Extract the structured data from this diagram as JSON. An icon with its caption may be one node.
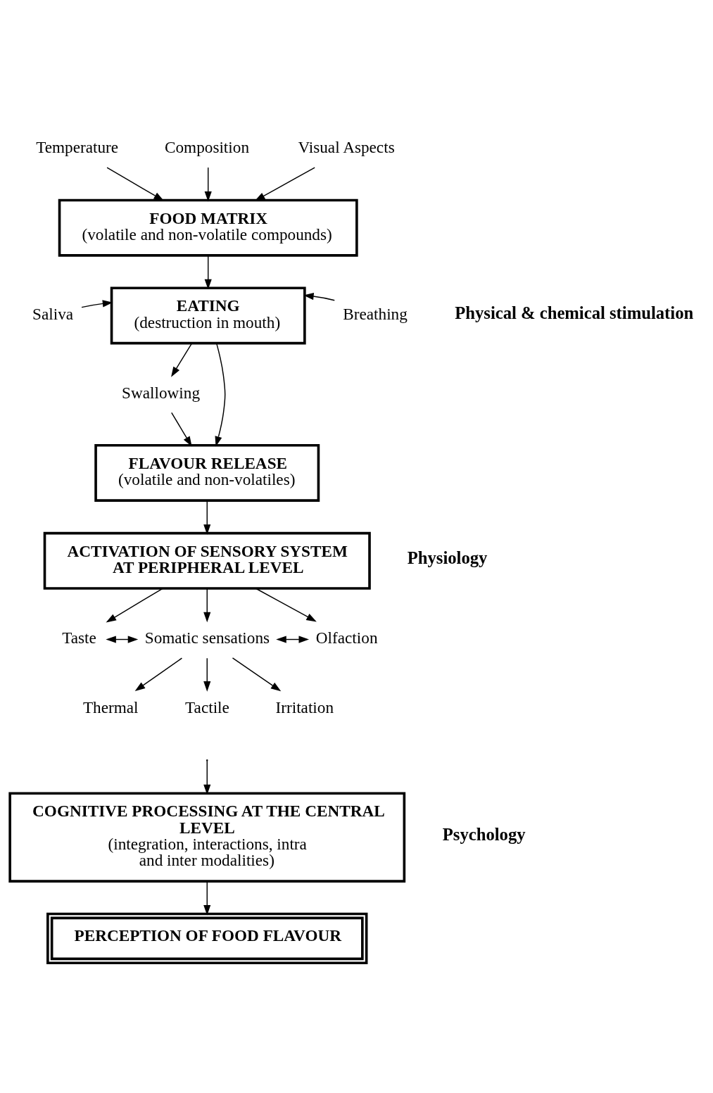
{
  "diagram": {
    "nodes": [
      {
        "text": [
          "Temperature"
        ]
      },
      {
        "text": [
          "Composition"
        ]
      },
      {
        "text": [
          "Visual Aspects"
        ]
      },
      {
        "text": [
          "FOOD MATRIX",
          "(volatile and non-volatile compounds)"
        ]
      },
      {
        "text": [
          "EATING",
          "(destruction in mouth)"
        ]
      },
      {
        "text": [
          "Saliva"
        ]
      },
      {
        "text": [
          "Breathing"
        ]
      },
      {
        "text": [
          "Swallowing"
        ]
      },
      {
        "text": [
          "FLAVOUR RELEASE",
          "(volatile and non-volatiles)"
        ]
      },
      {
        "text": [
          "ACTIVATION OF SENSORY SYSTEM AT PERIPHERAL LEVEL"
        ]
      },
      {
        "text": [
          "Taste"
        ]
      },
      {
        "text": [
          "Somatic sensations"
        ]
      },
      {
        "text": [
          "Olfaction"
        ]
      },
      {
        "text": [
          "Thermal"
        ]
      },
      {
        "text": [
          "Tactile"
        ]
      },
      {
        "text": [
          "Irritation"
        ]
      },
      {
        "text": [
          "COGNITIVE PROCESSING AT THE CENTRAL LEVEL",
          "(integration, interactions, intra and inter modalities)"
        ]
      },
      {
        "text": [
          "PERCEPTION OF FOOD FLAVOUR"
        ]
      }
    ],
    "edges": [
      {
        "from": 0,
        "to": 3,
        "arrow": "to"
      },
      {
        "from": 1,
        "to": 3,
        "arrow": "to"
      },
      {
        "from": 2,
        "to": 3,
        "arrow": "to"
      },
      {
        "from": 3,
        "to": 4,
        "arrow": "to"
      },
      {
        "from": 5,
        "to": 4,
        "arrow": "to"
      },
      {
        "from": 6,
        "to": 4,
        "arrow": "to"
      },
      {
        "from": 4,
        "to": 7,
        "arrow": "to"
      },
      {
        "from": 4,
        "to": 8,
        "arrow": "to"
      },
      {
        "from": 7,
        "to": 8,
        "arrow": "to"
      },
      {
        "from": 8,
        "to": 9,
        "arrow": "to"
      },
      {
        "from": 9,
        "to": 10,
        "arrow": "to"
      },
      {
        "from": 9,
        "to": 11,
        "arrow": "to"
      },
      {
        "from": 9,
        "to": 12,
        "arrow": "to"
      },
      {
        "from": 10,
        "to": 11,
        "arrow": "both"
      },
      {
        "from": 11,
        "to": 12,
        "arrow": "both"
      },
      {
        "from": 11,
        "to": 13,
        "arrow": "to"
      },
      {
        "from": 11,
        "to": 14,
        "arrow": "to"
      },
      {
        "from": 11,
        "to": 15,
        "arrow": "to"
      },
      {
        "from": null,
        "to": 16,
        "arrow": "to"
      },
      {
        "from": 16,
        "to": 17,
        "arrow": "to"
      }
    ],
    "labels": [
      "Physical & chemical stimulation",
      "Physiology",
      "Psychology"
    ]
  }
}
